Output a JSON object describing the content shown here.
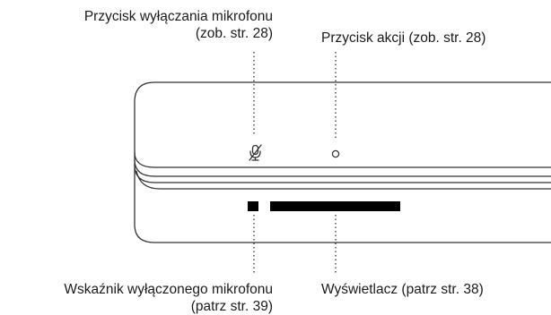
{
  "callouts": {
    "mic_off_button": {
      "line1": "Przycisk wyłączania mikrofonu",
      "line2": "(zob. str. 28)"
    },
    "action_button": {
      "line1": "Przycisk akcji (zob. str. 28)"
    },
    "mic_off_indicator": {
      "line1": "Wskaźnik wyłączonego mikrofonu",
      "line2": "(patrz str. 39)"
    },
    "display": {
      "line1": "Wyświetlacz (patrz str. 38)"
    }
  },
  "icons": {
    "mic_off": "microphone-muted-icon",
    "action": "action-button-circle-icon"
  },
  "colors": {
    "outline": "#333333",
    "leader": "#333333",
    "indicator": "#000000"
  }
}
